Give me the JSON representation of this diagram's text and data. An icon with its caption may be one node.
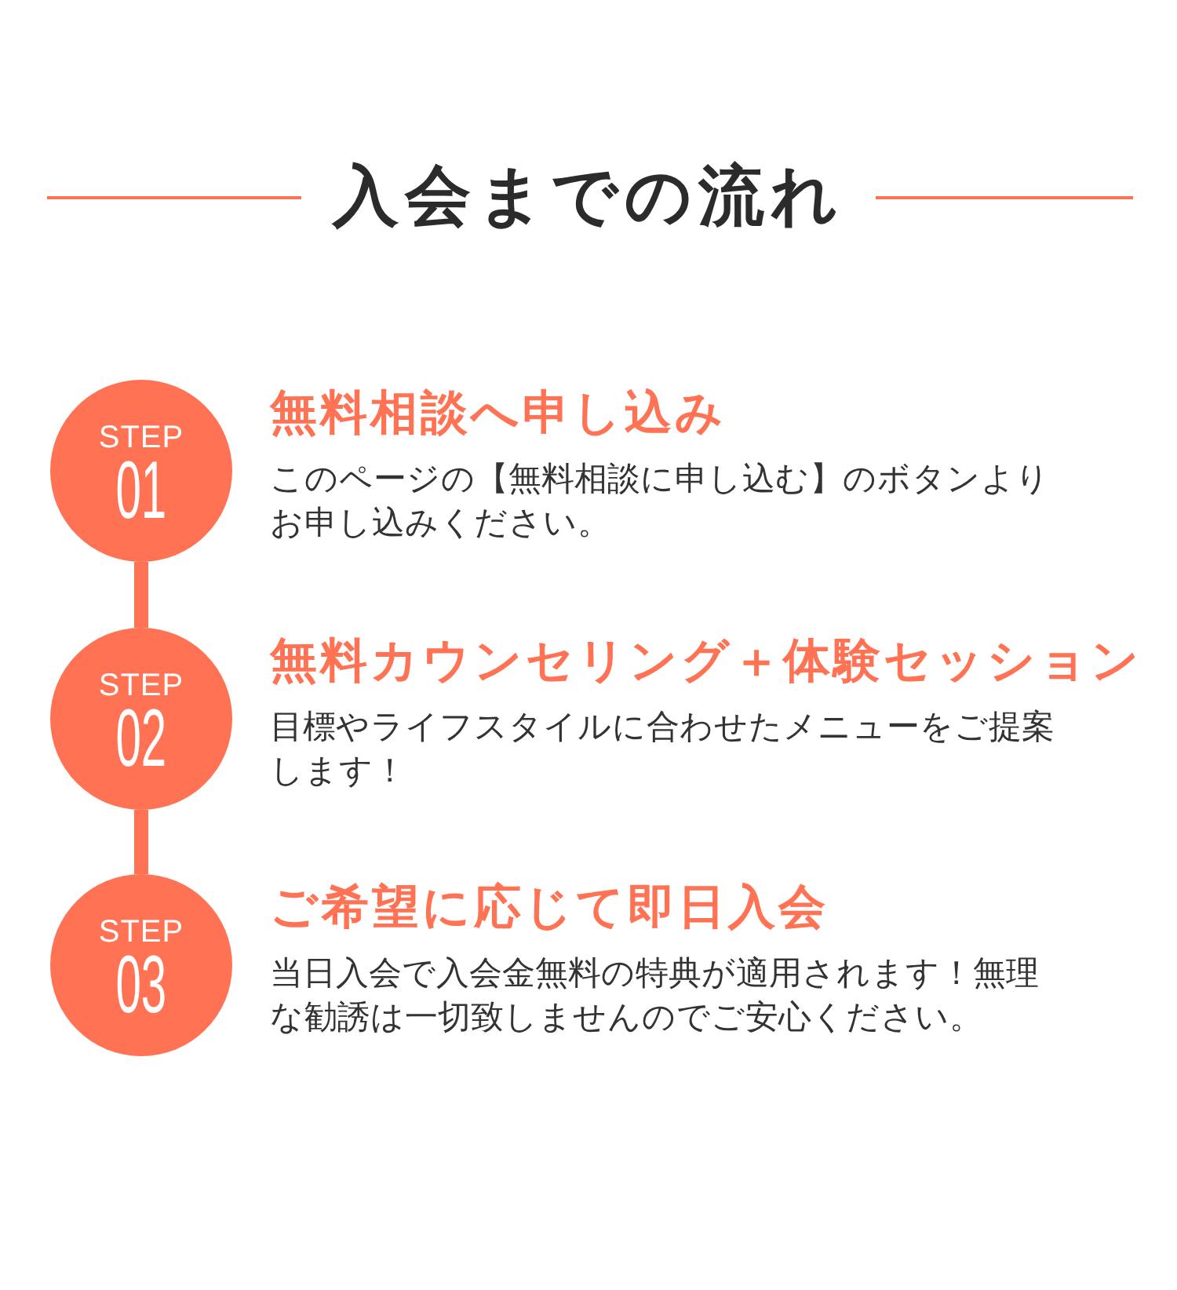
{
  "diagram": {
    "title": "入会までの流れ",
    "nodes": [
      {
        "text": [
          "STEP",
          "01"
        ],
        "beside": [
          "無料相談へ申し込み",
          "このページの【無料相談に申し込む】のボタンよりお申し込みください。"
        ]
      },
      {
        "text": [
          "STEP",
          "02"
        ],
        "beside": [
          "無料カウンセリング＋体験セッション",
          "目標やライフスタイルに合わせたメニューをご提案します！"
        ]
      },
      {
        "text": [
          "STEP",
          "03"
        ],
        "beside": [
          "ご希望に応じて即日入会",
          "当日入会で入会金無料の特典が適用されます！無理な勧誘は一切致しませんのでご安心ください。"
        ]
      }
    ],
    "edges": [
      {
        "from": 0,
        "to": 1,
        "arrow": "none"
      },
      {
        "from": 1,
        "to": 2,
        "arrow": "none"
      }
    ]
  }
}
